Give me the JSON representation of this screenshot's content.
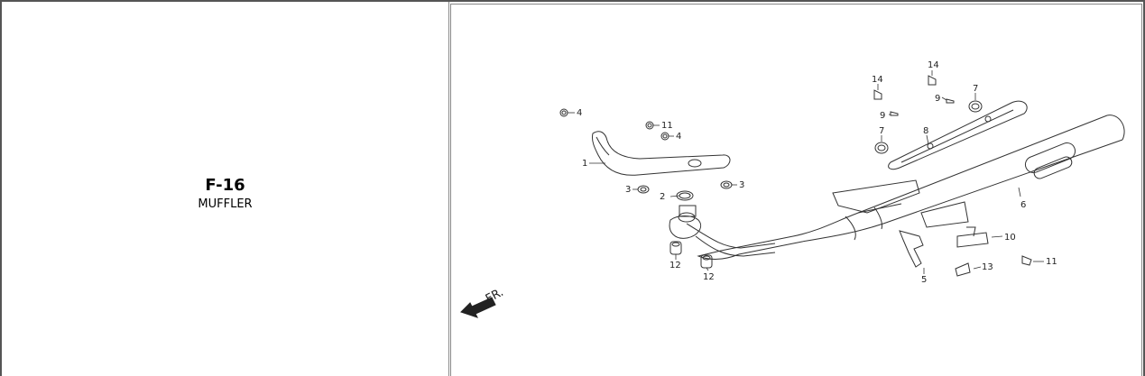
{
  "section": {
    "code": "F-16",
    "name": "MUFFLER"
  },
  "diagram": {
    "direction_label": "FR.",
    "callouts": [
      "1",
      "2",
      "3",
      "3",
      "4",
      "4",
      "5",
      "6",
      "7",
      "7",
      "8",
      "9",
      "9",
      "10",
      "11",
      "11",
      "12",
      "12",
      "13",
      "14",
      "14"
    ]
  }
}
